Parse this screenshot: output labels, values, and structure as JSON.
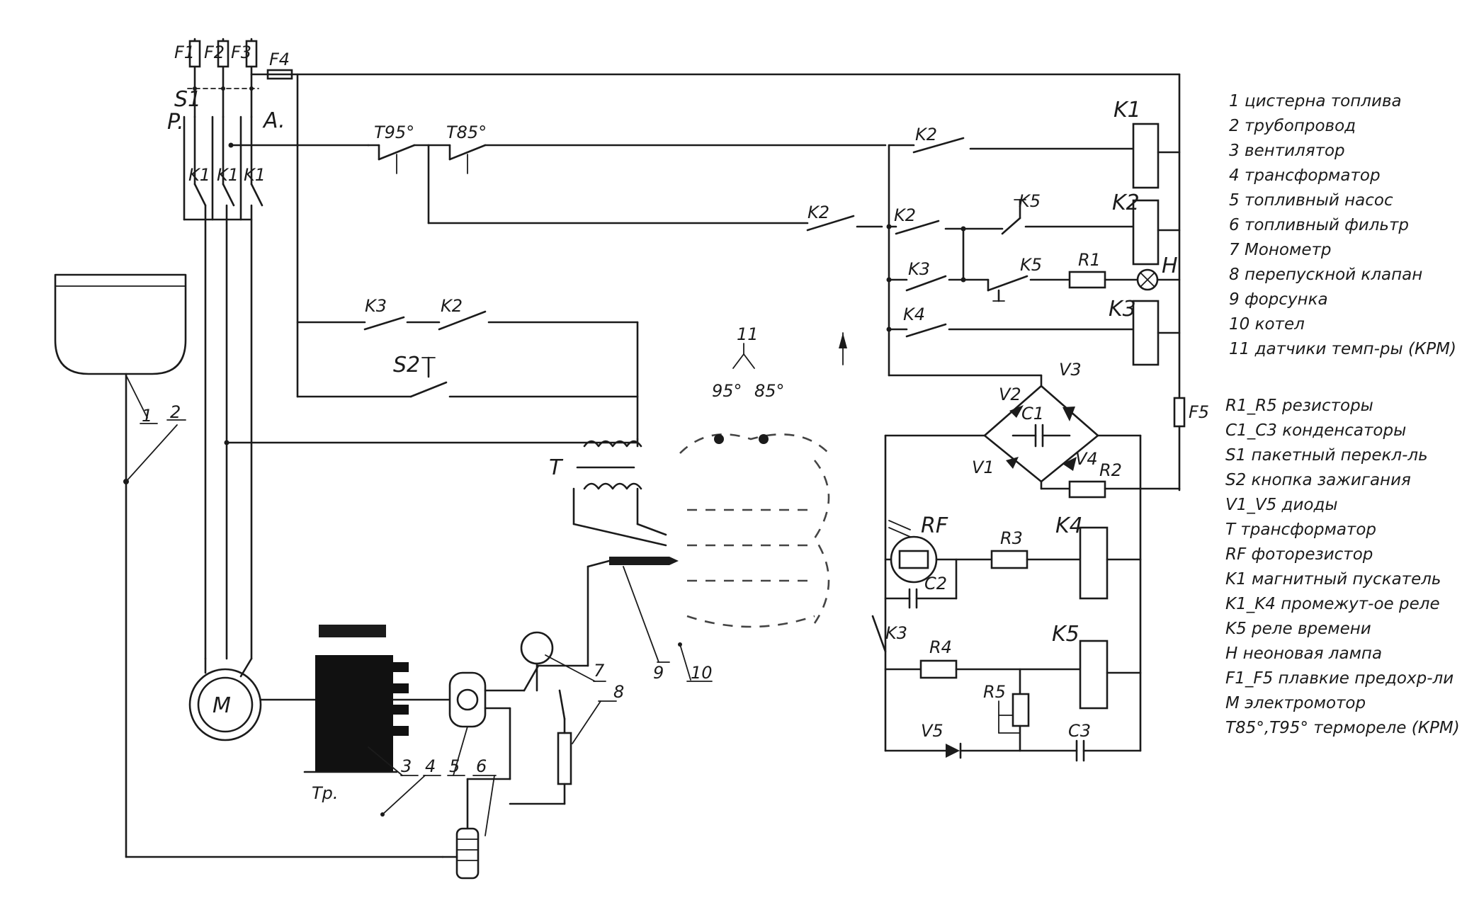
{
  "labels": {
    "F1": "F1",
    "F2": "F2",
    "F3": "F3",
    "F4": "F4",
    "F5": "F5",
    "S1": "S1",
    "P": "P.",
    "A": "A.",
    "K1": "K1",
    "K2": "K2",
    "K3": "K3",
    "K4": "K4",
    "K5": "K5",
    "T95": "T95°",
    "T85": "T85°",
    "S2": "S2",
    "R1": "R1",
    "R2": "R2",
    "R3": "R3",
    "R4": "R4",
    "R5": "R5",
    "V1": "V1",
    "V2": "V2",
    "V3": "V3",
    "V4": "V4",
    "V5": "V5",
    "C1": "C1",
    "C2": "C2",
    "C3": "C3",
    "H": "H",
    "RF": "RF",
    "T": "T",
    "M": "M",
    "Tp": "Tp.",
    "s95": "95°",
    "s85": "85°"
  },
  "numbers": {
    "n1": "1",
    "n2": "2",
    "n3": "3",
    "n4": "4",
    "n5": "5",
    "n6": "6",
    "n7": "7",
    "n8": "8",
    "n9": "9",
    "n10": "10",
    "n11": "11"
  },
  "legend": [
    "1 цистерна топлива",
    "2 трубопровод",
    "3 вентилятор",
    "4 трансформатор",
    "5 топливный насос",
    "6 топливный фильтр",
    "7 Монометр",
    "8 перепускной клапан",
    "9 форсунка",
    "10 котел",
    "11 датчики темп-ры (КРМ)",
    "R1_R5 резисторы",
    "C1_C3 конденсаторы",
    "S1 пакетный перекл-ль",
    "S2 кнопка зажигания",
    "V1_V5 диоды",
    "T трансформатор",
    "RF фоторезистор",
    "K1 магнитный пускатель",
    "K1_K4 промежут-ое реле",
    "K5 реле времени",
    "H неоновая лампа",
    "F1_F5 плавкие предохр-ли",
    "M электромотор",
    "T85°,T95° термореле (КРМ)"
  ]
}
